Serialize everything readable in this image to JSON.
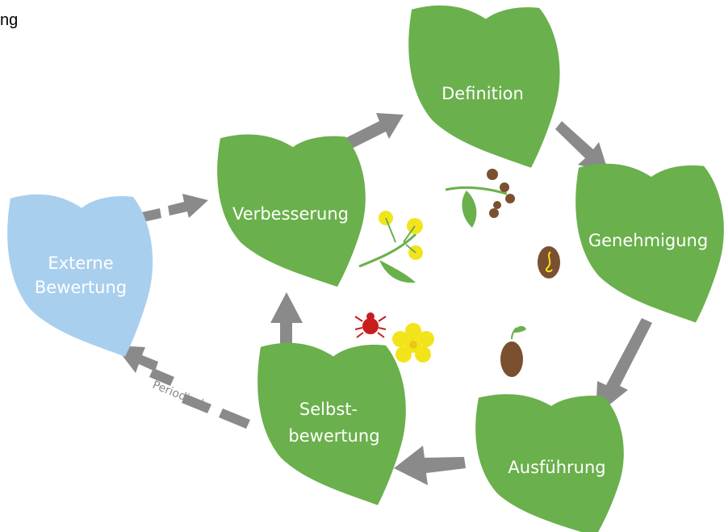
{
  "top_fragment": "ng",
  "stages": {
    "definition": "Definition",
    "approval": "Genehmigung",
    "execution": "Ausführung",
    "self_assessment_line1": "Selbst-",
    "self_assessment_line2": "bewertung",
    "improvement": "Verbesserung",
    "external_line1": "Externe",
    "external_line2": "Bewertung"
  },
  "periodic_label": "Periodisch",
  "colors": {
    "leaf_green": "#6ab04c",
    "leaf_blue": "#a9cfee",
    "arrow_gray": "#8a8a8a",
    "flower_yellow": "#f2e41b",
    "seed_brown": "#7a5030",
    "bug_red": "#c81d1d"
  }
}
